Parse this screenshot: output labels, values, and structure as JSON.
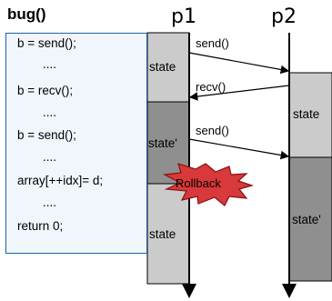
{
  "function_title": "bug()",
  "code_lines": [
    "b = send();",
    "....",
    "b = recv();",
    "....",
    "b = send();",
    "....",
    "array[++idx]= d;",
    "....",
    "return 0;"
  ],
  "processes": [
    "p1",
    "p2"
  ],
  "p1_states": [
    "state",
    "state'",
    "state"
  ],
  "p2_states": [
    "state",
    "state'"
  ],
  "messages": [
    "send()",
    "recv()",
    "send()"
  ],
  "rollback_label": "Rollback",
  "colors": {
    "code_bg": "#f1f6fd",
    "code_border": "#1d63a8",
    "state_light": "#cbcbcb",
    "state_dark": "#8f8f8f",
    "rollback_fill": "#d8393a",
    "rollback_stroke": "#8b1010"
  }
}
